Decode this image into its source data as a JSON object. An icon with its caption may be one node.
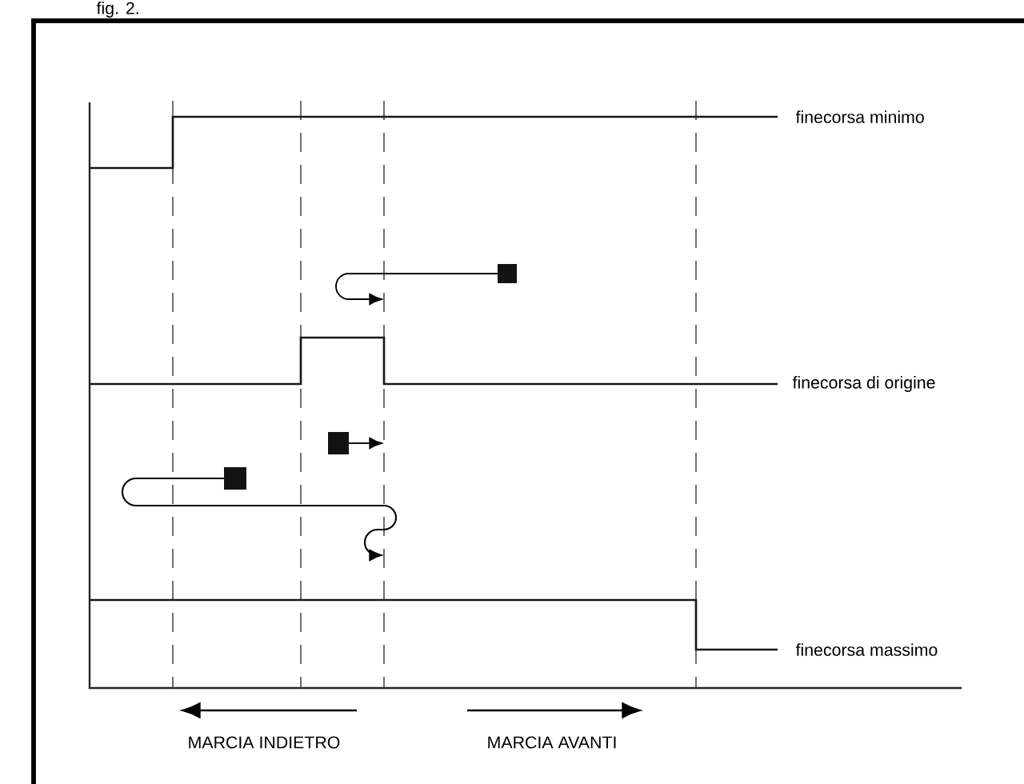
{
  "diagram": {
    "title": "fig. 2.",
    "labels": [
      "finecorsa minimo",
      "finecorsa di origine",
      "finecorsa massimo",
      "MARCIA INDIETRO",
      "MARCIA AVANTI"
    ]
  }
}
